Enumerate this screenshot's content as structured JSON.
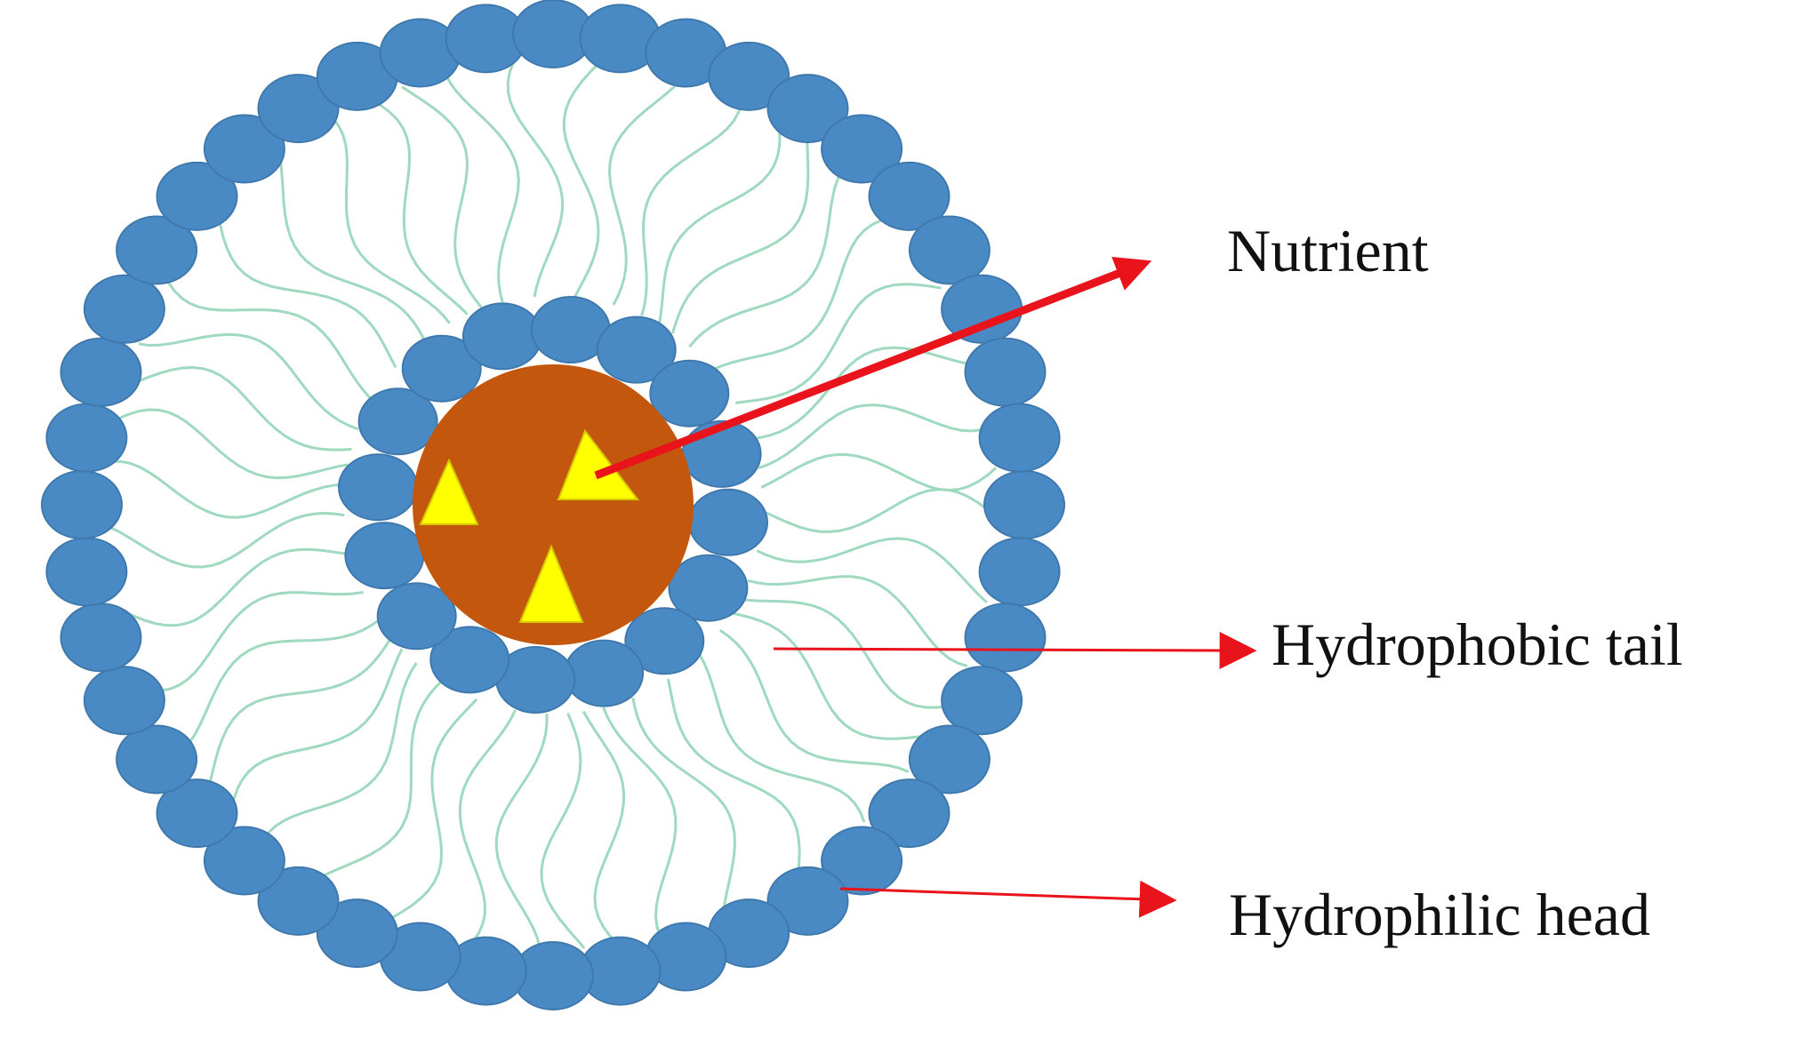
{
  "labels": {
    "nutrient": "Nutrient",
    "tail": "Hydrophobic tail",
    "head": "Hydrophilic head"
  },
  "colors": {
    "head": "#4a8ac4",
    "head_stroke": "#3f78ad",
    "tail": "#9fd9bf",
    "core": "#c4570e",
    "nutrient": "#ffff00",
    "nutrient_stroke": "#d6c800",
    "arrow": "#e8131b",
    "text": "#111111",
    "background": "#ffffff"
  }
}
